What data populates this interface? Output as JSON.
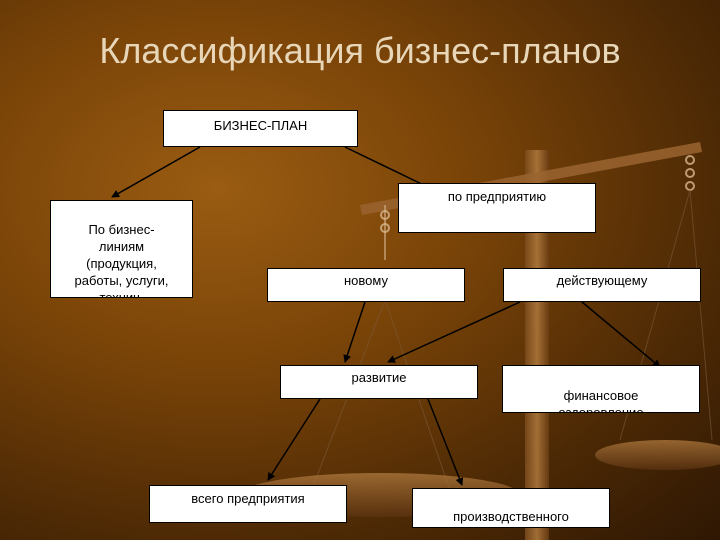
{
  "slide": {
    "title": "Классификация бизнес-планов"
  },
  "nodes": {
    "root": "БИЗНЕС-ПЛАН",
    "by_business_lines": "По бизнес-\nлиниям\n(продукция,\nработы, услуги,\nтехнич.\nрешения)",
    "by_enterprise": "по предприятию",
    "new": "новому",
    "existing": "действующему",
    "development": "развитие",
    "financial_recovery": "финансовое\nоздоровление",
    "whole_enterprise": "всего предприятия",
    "production_unit": "производственного\nподразделения"
  },
  "colors": {
    "background": "#7a4408",
    "title": "#e8d6b8",
    "box_fill": "#ffffff",
    "connector": "#000000",
    "scale_brass": "#a0682c"
  }
}
